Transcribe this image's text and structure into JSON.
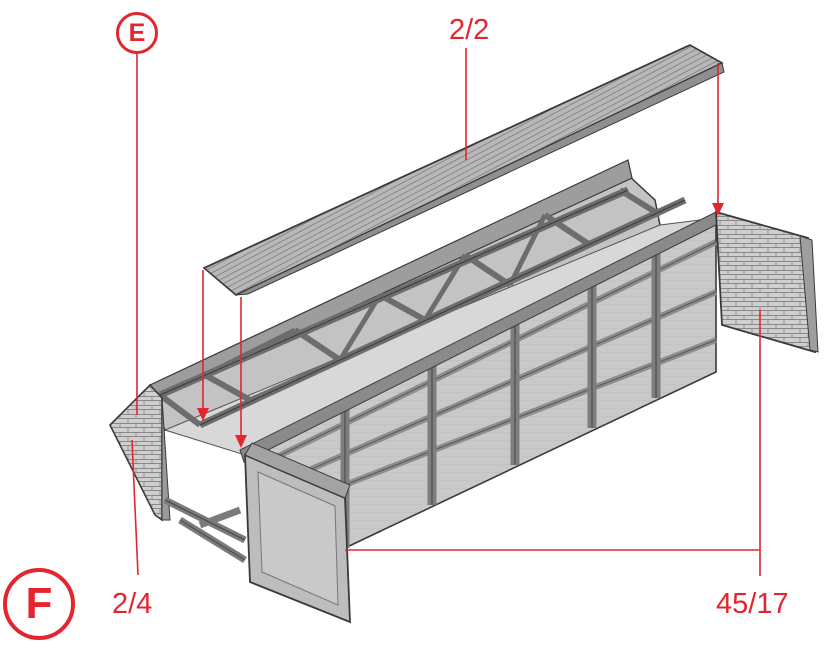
{
  "step_markers": {
    "e": "E",
    "f": "F"
  },
  "part_labels": {
    "roof": "2/2",
    "left_wall": "2/4",
    "right_wall": "45/17"
  },
  "colors": {
    "callout": "#e3262d",
    "model_gray": "#b9b9b9",
    "outline": "#3a3a3a"
  }
}
